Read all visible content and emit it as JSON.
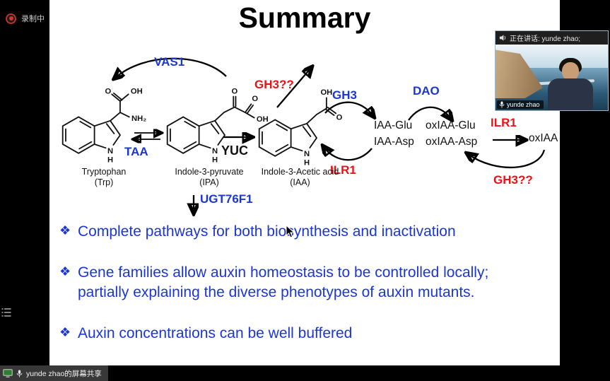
{
  "meeting": {
    "recording_label": "录制中",
    "speaker_banner": "正在讲话: yunde zhao;",
    "participant_name": "yunde zhao",
    "screen_share_label": "yunde zhao的屏幕共享"
  },
  "slide": {
    "title": "Summary",
    "labels": {
      "vas1": "VAS1",
      "taa": "TAA",
      "yuc": "YUC",
      "gh3_top": "GH3??",
      "gh3": "GH3",
      "dao": "DAO",
      "ilr1_mid": "ILR1",
      "ilr1_right": "ILR1",
      "gh3_bottom": "GH3??",
      "ugt76f1": "UGT76F1"
    },
    "compounds": {
      "trp_name": "Tryptophan",
      "trp_abbr": "(Trp)",
      "ipa_name": "Indole-3-pyruvate",
      "ipa_abbr": "(IPA)",
      "iaa_name": "Indole-3-Acetic acid",
      "iaa_abbr": "(IAA)",
      "iaa_glu": "IAA-Glu",
      "iaa_asp": "IAA-Asp",
      "oxiaa_glu": "oxIAA-Glu",
      "oxiaa_asp": "oxIAA-Asp",
      "oxiaa": "oxIAA"
    },
    "atoms": {
      "o": "O",
      "oh": "OH",
      "nh2": "NH₂",
      "n": "N",
      "h": "H"
    },
    "bullets": [
      {
        "marker": "❖",
        "text": "Complete pathways for both biosynthesis and inactivation"
      },
      {
        "marker": "❖",
        "text": "Gene families allow auxin homeostasis to be controlled locally; partially explaining the diverse phenotypes of auxin mutants."
      },
      {
        "marker": "❖",
        "text": "Auxin concentrations can be well buffered"
      }
    ]
  },
  "colors": {
    "enzyme_blue": "#1c36d2",
    "enzyme_red": "#ea1216",
    "bullet_blue": "#1c36d2"
  }
}
